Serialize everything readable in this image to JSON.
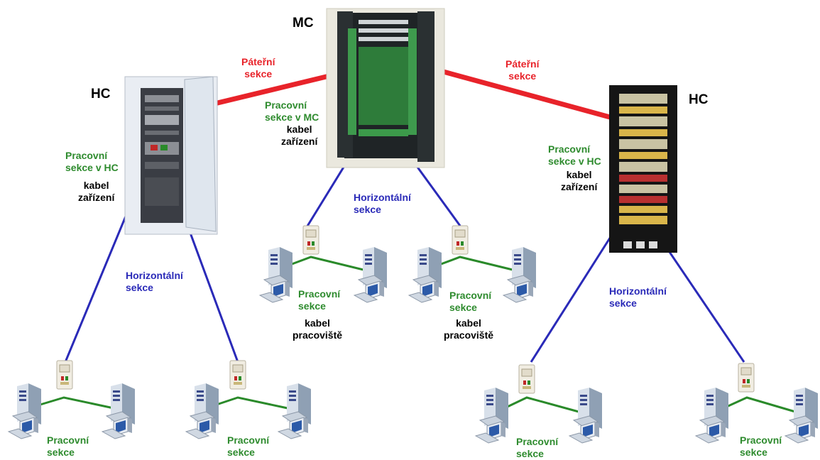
{
  "labels": {
    "mc_title": "MC",
    "hc_left_title": "HC",
    "hc_right_title": "HC",
    "backbone": [
      "Páteřní",
      "sekce"
    ],
    "work_mc": [
      "Pracovní",
      "sekce v MC"
    ],
    "work_hc": [
      "Pracovní",
      "sekce v HC"
    ],
    "device_cable": [
      "kabel",
      "zařízení"
    ],
    "horizontal": [
      "Horizontální",
      "sekce"
    ],
    "work_area": [
      "Pracovní",
      "sekce"
    ],
    "workstation_cable": [
      "kabel",
      "pracoviště"
    ]
  },
  "colors": {
    "backbone": "#e8232a",
    "horizontal": "#2a2ab8",
    "work": "#2e8b2e"
  }
}
